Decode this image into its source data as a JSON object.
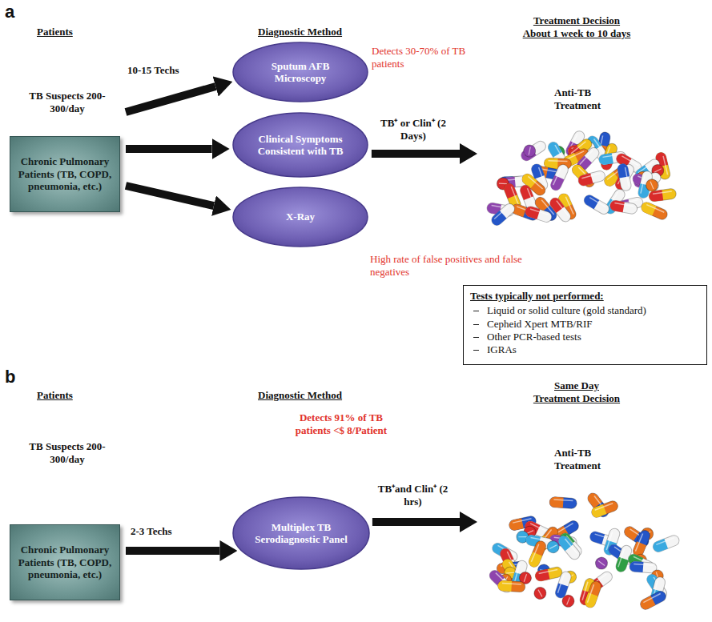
{
  "diagram": {
    "nodes": [
      {
        "text": [
          "Chronic Pulmonary Patients (TB, COPD, pneumonia, etc.)"
        ]
      },
      {
        "text": [
          "Sputum AFB Microscopy"
        ]
      },
      {
        "text": [
          "Clinical Symptoms Consistent with TB"
        ]
      },
      {
        "text": [
          "X-Ray"
        ]
      },
      {
        "text": [
          "Anti-TB Treatment"
        ]
      },
      {
        "text": [
          "Tests typically not performed:",
          "Liquid or solid culture (gold standard)",
          "Cepheid Xpert MTB/RIF",
          "Other PCR-based tests",
          "IGRAs"
        ]
      },
      {
        "text": [
          "Chronic Pulmonary Patients (TB, COPD, pneumonia, etc.)"
        ]
      },
      {
        "text": [
          "Multiplex TB Serodiagnostic Panel"
        ]
      },
      {
        "text": [
          "Anti-TB Treatment"
        ]
      }
    ],
    "edges": [
      {
        "from": 0,
        "to": 1,
        "arrow": "to",
        "label": "10-15 Techs"
      },
      {
        "from": 0,
        "to": 2,
        "arrow": "to"
      },
      {
        "from": 0,
        "to": 3,
        "arrow": "to"
      },
      {
        "from": 2,
        "to": 4,
        "arrow": "to",
        "label": "TB⁺ or Clin⁺ (2 Days)"
      },
      {
        "from": 6,
        "to": 7,
        "arrow": "to",
        "label": "2-3 Techs"
      },
      {
        "from": 7,
        "to": 8,
        "arrow": "to",
        "label": "TB⁺and Clin⁺ (2 hrs)"
      }
    ],
    "labels": [
      "a",
      "Patients",
      "Diagnostic Method",
      "Treatment Decision",
      "About 1 week to 10 days",
      "TB Suspects 200-300/day",
      "Detects 30-70% of TB patients",
      "High rate of false positives and false negatives",
      "b",
      "Patients",
      "Diagnostic Method",
      "Same Day",
      "Treatment Decision",
      "TB Suspects 200-300/day",
      "Detects 91% of TB patients <$ 8/Patient"
    ]
  }
}
